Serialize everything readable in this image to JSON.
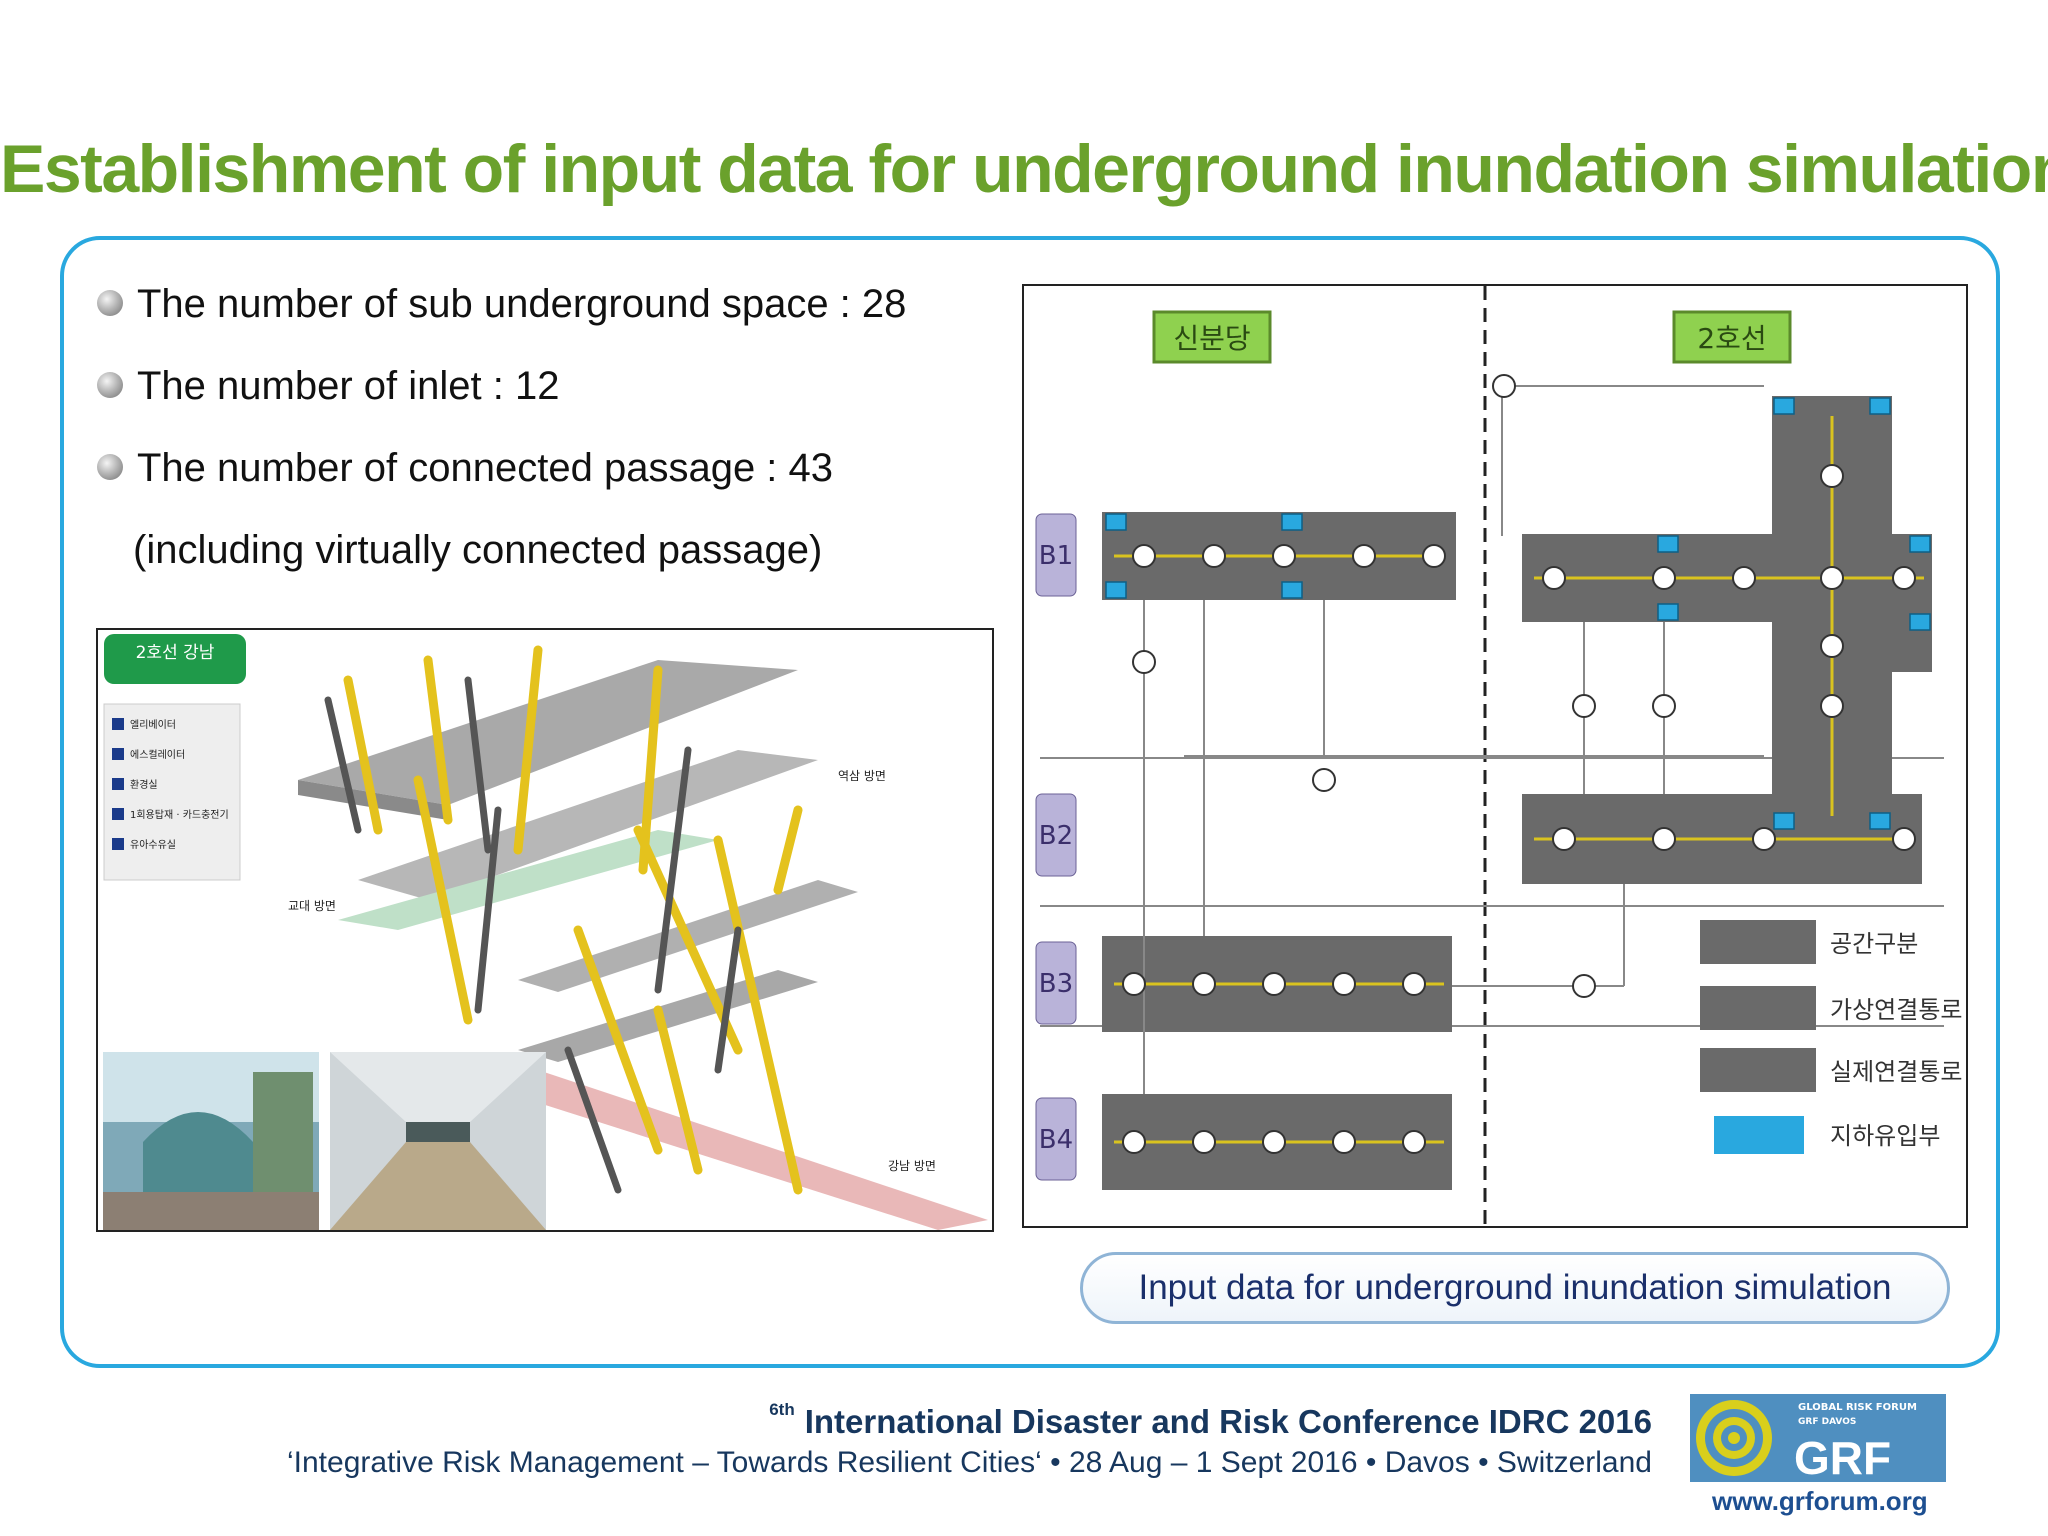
{
  "title": "Establishment of  input data for underground inundation simulation",
  "bullets": [
    "The number of sub underground space : 28",
    "The number of inlet : 12",
    "The number of connected passage : 43"
  ],
  "bullet_note": "(including virtually connected passage)",
  "left_figure": {
    "station_sign": "2호선 강남",
    "legend": [
      "엘리베이터",
      "에스컬레이터",
      "환경실",
      "1회용탑재 · 카드충전기",
      "유아수유실"
    ],
    "direction_labels": [
      "역삼 방면",
      "교대 방면",
      "강남 방면"
    ]
  },
  "right_figure": {
    "station_tags": [
      "신분당",
      "2호선"
    ],
    "levels": [
      "B1",
      "B2",
      "B3",
      "B4"
    ],
    "legend": [
      "공간구분",
      "가상연결통로",
      "실제연결통로",
      "지하유입부"
    ]
  },
  "caption": "Input data for underground inundation simulation",
  "footer": {
    "edition": "6th",
    "conference": "International Disaster and Risk Conference IDRC 2016",
    "tagline": "‘Integrative Risk Management – Towards Resilient Cities‘ • 28 Aug – 1 Sept 2016 • Davos • Switzerland",
    "logo_small_text_1": "GLOBAL RISK FORUM",
    "logo_small_text_2": "GRF DAVOS",
    "logo_big_text": "GRF",
    "url": "www.grforum.org"
  },
  "colors": {
    "title_green": "#6aa12c",
    "panel_border": "#29a8df",
    "footer_navy": "#17375e"
  }
}
